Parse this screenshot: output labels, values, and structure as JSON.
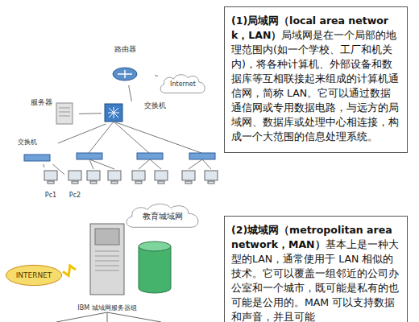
{
  "diagram": {
    "nodes": [
      {
        "text": [
          "(1)局域网（local area network，LAN）",
          "局域网是在一个局部的地理范围内(如一个学校、工厂和机关内)，将各种计算机、外部设备和数据库等互相联接起来组成的计算机通信网，简称 LAN。它可以通过数据通信网或专用数据电路，与远方的局域网、数据库或处理中心相连接，构成一个大范围的信息处理系统。"
        ]
      },
      {
        "text": [
          "(2)城域网（metropolitan area network，MAN）",
          "基本上是一种大型的LAN，通常使用于 LAN 相似的技术。它可以覆盖一组邻近的公司办公室和一个城市，既可能是私有的也可能是公用的。MAM 可以支持数据和声音，并且可能"
        ]
      },
      {
        "text": [
          "路由器"
        ]
      },
      {
        "text": [
          "Internet"
        ]
      },
      {
        "text": [
          "服务器"
        ]
      },
      {
        "text": [
          "交换机"
        ]
      },
      {
        "text": [
          "交换机"
        ]
      },
      {
        "text": [
          "Pc1"
        ]
      },
      {
        "text": [
          "Pc2"
        ]
      },
      {
        "text": [
          "教育城域网"
        ]
      },
      {
        "text": [
          "INTERNET"
        ]
      },
      {
        "text": [
          "IBM 城域网服务器组"
        ]
      }
    ],
    "edges": [
      {
        "from": 2,
        "to": 3,
        "arrow": "none"
      },
      {
        "from": 2,
        "to": 5,
        "arrow": "none"
      },
      {
        "from": 4,
        "to": 5,
        "arrow": "none"
      },
      {
        "from": 5,
        "to": 6,
        "arrow": "none"
      },
      {
        "from": 6,
        "to": 7,
        "arrow": "none"
      },
      {
        "from": 6,
        "to": 8,
        "arrow": "none"
      },
      {
        "from": 10,
        "to": 11,
        "arrow": "none"
      }
    ]
  }
}
